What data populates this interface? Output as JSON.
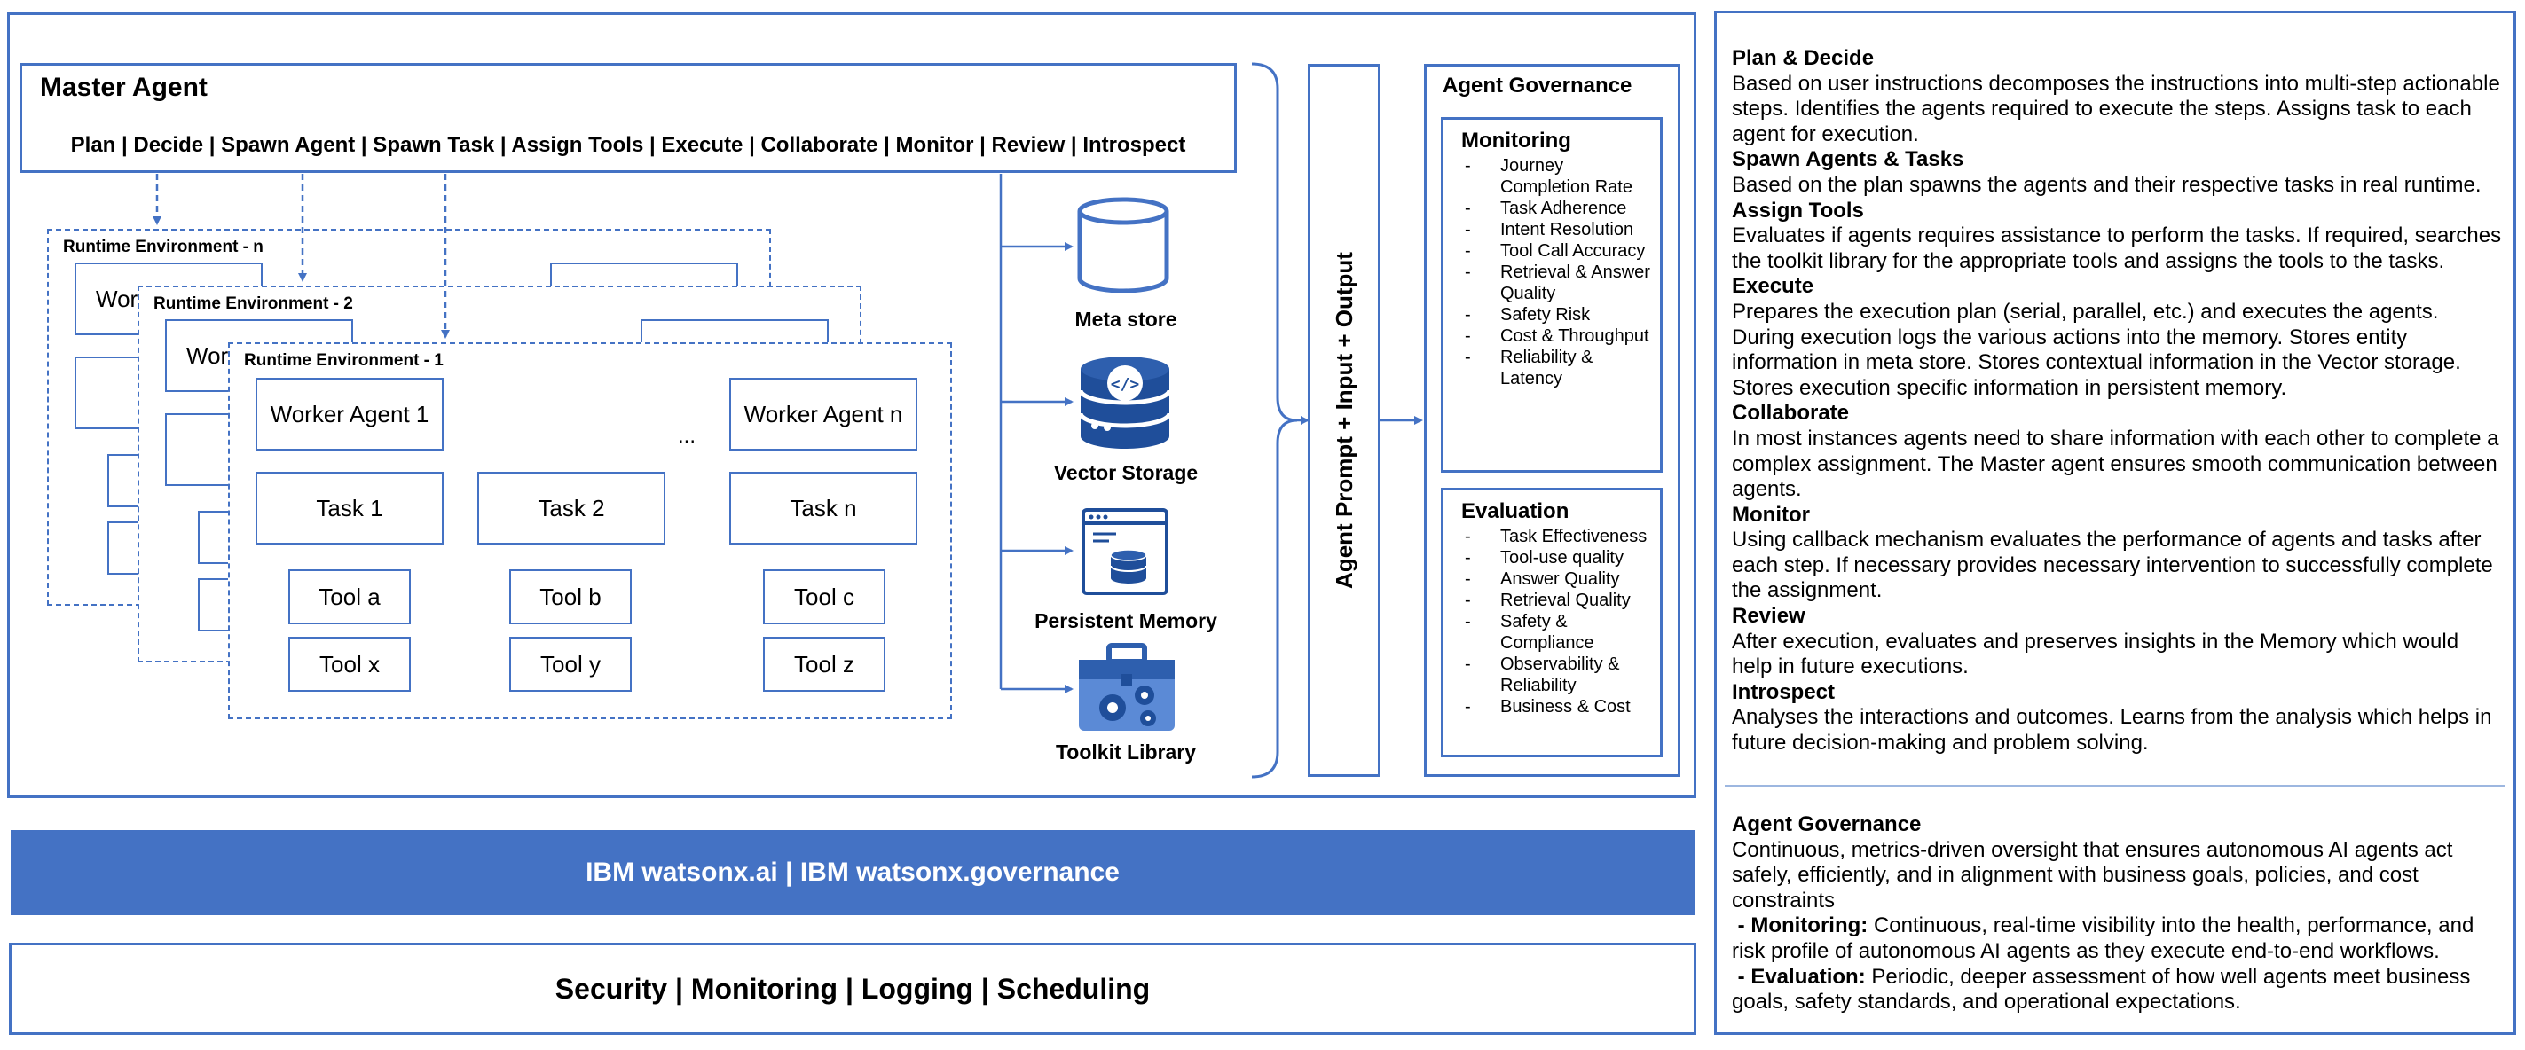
{
  "master_agent": {
    "title": "Master Agent",
    "capabilities": "Plan | Decide | Spawn Agent | Spawn Task | Assign Tools | Execute | Collaborate | Monitor | Review | Introspect"
  },
  "runtime": {
    "env_n": "Runtime Environment - n",
    "env_2": "Runtime Environment - 2",
    "env_1": "Runtime Environment - 1",
    "back_partial_n": "Worke",
    "back_partial_2": "Work",
    "worker_1": "Worker Agent 1",
    "worker_n": "Worker Agent n",
    "ellipsis": "...",
    "tasks": [
      "Task 1",
      "Task 2",
      "Task n"
    ],
    "tools_row1": [
      "Tool a",
      "Tool b",
      "Tool c"
    ],
    "tools_row2": [
      "Tool x",
      "Tool y",
      "Tool z"
    ]
  },
  "stores": {
    "meta": "Meta store",
    "vector": "Vector Storage",
    "persistent": "Persistent Memory",
    "toolkit": "Toolkit Library"
  },
  "pipe": "Agent Prompt + Input + Output",
  "governance": {
    "title": "Agent Governance",
    "monitoring_title": "Monitoring",
    "monitoring_items": [
      "Journey Completion Rate",
      "Task Adherence",
      "Intent Resolution",
      "Tool Call Accuracy",
      "Retrieval & Answer Quality",
      "Safety Risk",
      "Cost & Throughput",
      "Reliability & Latency"
    ],
    "evaluation_title": "Evaluation",
    "evaluation_items": [
      "Task Effectiveness",
      "Tool-use quality",
      "Answer Quality",
      "Retrieval Quality",
      "Safety & Compliance",
      "Observability & Reliability",
      "Business & Cost"
    ]
  },
  "platform_bar": "IBM watsonx.ai | IBM watsonx.governance",
  "ops_bar": "Security | Monitoring | Logging | Scheduling",
  "descriptions": [
    {
      "heading": "Plan & Decide",
      "text": "Based on user instructions decomposes the instructions into multi-step actionable steps. Identifies the agents required to execute the steps. Assigns task to each agent for execution."
    },
    {
      "heading": "Spawn Agents & Tasks",
      "text": "Based on the plan spawns the agents and their respective tasks in real runtime."
    },
    {
      "heading": "Assign Tools",
      "text": "Evaluates if agents requires assistance to perform the tasks. If required, searches the toolkit library for the appropriate tools and assigns the tools to the tasks."
    },
    {
      "heading": "Execute",
      "text": "Prepares the execution plan (serial, parallel, etc.) and executes the agents. During execution logs the various actions into the memory. Stores entity information in meta store. Stores contextual information in the Vector storage. Stores execution specific information in persistent memory."
    },
    {
      "heading": "Collaborate",
      "text": "In most instances agents need to share information with each other to complete a complex assignment. The Master agent ensures smooth communication between agents."
    },
    {
      "heading": "Monitor",
      "text": "Using callback mechanism evaluates the performance of agents and tasks after each step. If necessary provides necessary intervention to successfully complete the assignment."
    },
    {
      "heading": "Review",
      "text": "After execution, evaluates and preserves insights in the Memory which would help in future executions."
    },
    {
      "heading": "Introspect",
      "text": "Analyses the interactions and outcomes. Learns from the analysis which helps in future decision-making and problem solving."
    }
  ],
  "governance_desc": {
    "heading": "Agent Governance",
    "text": "Continuous, metrics-driven oversight that ensures autonomous AI agents act safely, efficiently, and in alignment with business goals, policies, and cost constraints",
    "monitoring_label": " - Monitoring:",
    "monitoring_text": " Continuous, real-time visibility into the health, performance, and risk profile of autonomous AI agents as they execute end-to-end workflows.",
    "evaluation_label": " - Evaluation:",
    "evaluation_text": " Periodic, deeper assessment of how well agents meet business goals, safety standards, and operational expectations."
  },
  "colors": {
    "accent": "#4472C4",
    "bar_fill": "#4472C4"
  }
}
